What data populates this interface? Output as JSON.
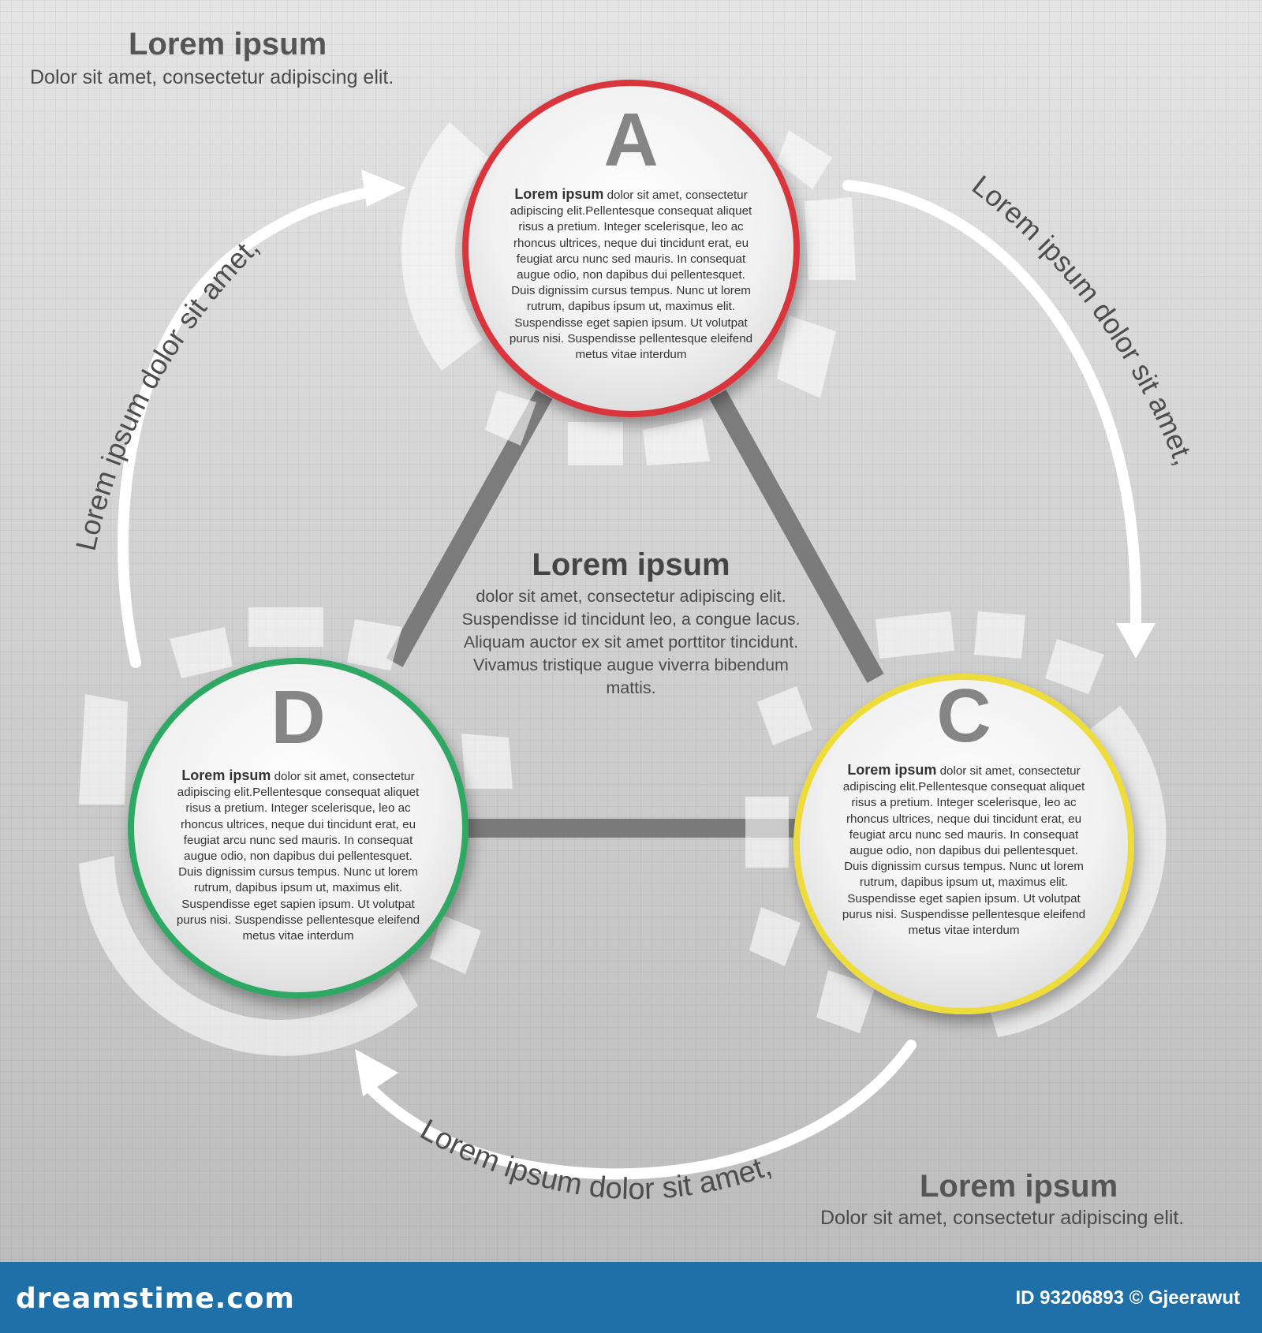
{
  "top_left": {
    "title": "Lorem ipsum",
    "subtitle": "Dolor sit amet, consectetur adipiscing elit."
  },
  "bottom_right": {
    "title": "Lorem ipsum",
    "subtitle": "Dolor sit amet, consectetur adipiscing elit."
  },
  "center": {
    "title": "Lorem ipsum",
    "text": "dolor sit amet, consectetur adipiscing elit. Suspendisse id tincidunt leo, a congue lacus. Aliquam auctor ex sit amet porttitor tincidunt. Vivamus tristique augue viverra bibendum mattis."
  },
  "arcs": {
    "left": "Lorem ipsum dolor sit amet,",
    "right": "Lorem ipsum dolor sit amet,",
    "bottom": "Lorem ipsum dolor sit amet,"
  },
  "nodes": [
    {
      "letter": "A",
      "color": "#d9363e",
      "lead": "Lorem ipsum",
      "body": " dolor sit amet, consectetur adipiscing elit.Pellentesque consequat aliquet risus a pretium. Integer scelerisque, leo ac rhoncus ultrices, neque dui tincidunt erat, eu feugiat arcu nunc sed mauris. In consequat augue odio, non dapibus dui pellentesquet. Duis dignissim cursus tempus. Nunc ut lorem rutrum, dapibus ipsum ut, maximus elit. Suspendisse eget sapien ipsum. Ut volutpat purus nisi. Suspendisse pellentesque eleifend metus vitae interdum"
    },
    {
      "letter": "C",
      "color": "#eedc3c",
      "lead": "Lorem ipsum",
      "body": " dolor sit amet, consectetur adipiscing elit.Pellentesque consequat aliquet risus a pretium. Integer scelerisque, leo ac rhoncus ultrices, neque dui tincidunt erat, eu feugiat arcu nunc sed mauris. In consequat augue odio, non dapibus dui pellentesquet. Duis dignissim cursus tempus. Nunc ut lorem rutrum, dapibus ipsum ut, maximus elit. Suspendisse eget sapien ipsum. Ut volutpat purus nisi. Suspendisse pellentesque eleifend metus vitae interdum"
    },
    {
      "letter": "D",
      "color": "#2fa864",
      "lead": "Lorem ipsum",
      "body": " dolor sit amet, consectetur adipiscing elit.Pellentesque consequat aliquet risus a pretium. Integer scelerisque, leo ac rhoncus ultrices, neque dui tincidunt erat, eu feugiat arcu nunc sed mauris. In consequat augue odio, non dapibus dui pellentesquet. Duis dignissim cursus tempus. Nunc ut lorem rutrum, dapibus ipsum ut, maximus elit. Suspendisse eget sapien ipsum. Ut volutpat purus nisi. Suspendisse pellentesque eleifend metus vitae interdum"
    }
  ],
  "footer": {
    "site": "dreamstime.com",
    "id": "ID 93206893 © Gjeerawut",
    "bar_color": "#1f6fa8"
  }
}
